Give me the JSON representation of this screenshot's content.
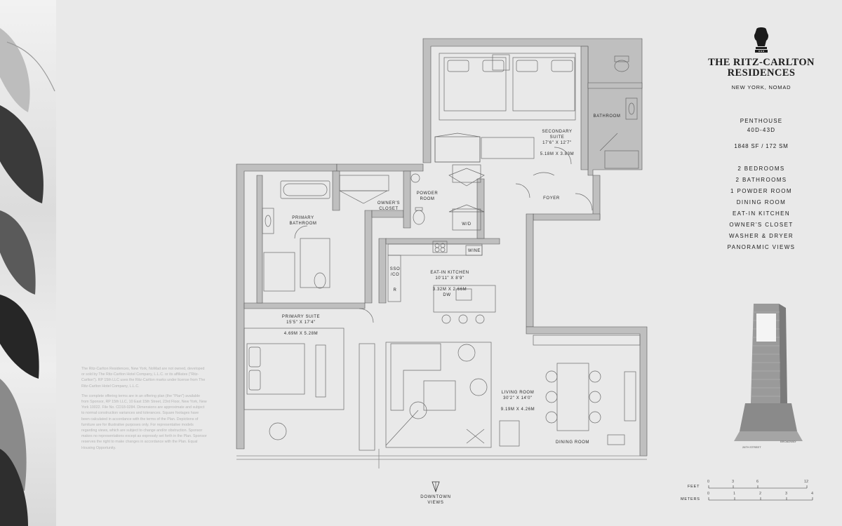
{
  "brand": {
    "name_line1": "THE RITZ-CARLTON",
    "name_line2": "RESIDENCES",
    "location": "NEW YORK, NOMAD",
    "logo_icon": "lion-crown-logo-icon"
  },
  "unit": {
    "type": "PENTHOUSE",
    "number": "40D-43D",
    "area": "1848 SF / 172 SM"
  },
  "features": [
    "2 BEDROOMS",
    "2 BATHROOMS",
    "1 POWDER ROOM",
    "DINING ROOM",
    "EAT-IN KITCHEN",
    "OWNER'S CLOSET",
    "WASHER & DRYER",
    "PANORAMIC VIEWS"
  ],
  "rooms": {
    "secondary_suite": {
      "name": "SECONDARY\nSUITE",
      "imperial": "17'6\" X 12'7\"",
      "metric": "5.18M X 3.83M"
    },
    "bathroom": {
      "name": "BATHROOM"
    },
    "powder_room": {
      "name": "POWDER\nROOM"
    },
    "owners_closet": {
      "name": "OWNER'S\nCLOSET"
    },
    "foyer": {
      "name": "FOYER"
    },
    "primary_bathroom": {
      "name": "PRIMARY\nBATHROOM"
    },
    "wd": {
      "name": "W/D"
    },
    "wine": {
      "name": "WINE"
    },
    "eat_in_kitchen": {
      "name": "EAT-IN KITCHEN",
      "imperial": "10'11\" X 8'9\"",
      "metric": "3.32M X 2.66M"
    },
    "sso_co": {
      "name": "SSO\n/CO"
    },
    "fridge": {
      "name": "R"
    },
    "dw": {
      "name": "DW"
    },
    "primary_suite": {
      "name": "PRIMARY SUITE",
      "imperial": "15'5\" X 17'4\"",
      "metric": "4.69M X 5.28M"
    },
    "living_room": {
      "name": "LIVING ROOM",
      "imperial": "30'2\" X 14'0\"",
      "metric": "9.19M X 4.26M"
    },
    "dining_room": {
      "name": "DINING ROOM"
    }
  },
  "compass": {
    "label_line1": "DOWNTOWN",
    "label_line2": "VIEWS",
    "icon": "north-arrow-icon"
  },
  "building_labels": {
    "street": "26TH STREET",
    "avenue": "BROADWAY"
  },
  "scale": {
    "feet_label": "FEET",
    "meters_label": "METERS",
    "feet_ticks": [
      "0",
      "3",
      "6",
      "12"
    ],
    "meter_ticks": [
      "0",
      "1",
      "2",
      "3",
      "4"
    ]
  },
  "disclaimer": [
    "The Ritz-Carlton Residences, New York, NoMad are not owned, developed or sold by The Ritz-Carlton Hotel Company, L.L.C. or its affiliates (\"Ritz-Carlton\"). RP 15th LLC uses the Ritz-Carlton marks under license from The Ritz-Carlton Hotel Company, L.L.C.",
    "The complete offering terms are in an offering plan (the \"Plan\") available from Sponsor, RP 15th LLC, 10 East 15th Street, 23rd Floor, New York, New York 10022. File No. CD18-0284. Dimensions are approximate and subject to normal construction variances and tolerances. Square footages have been calculated in accordance with the terms of the Plan. Depictions of furniture are for illustrative purposes only. For representative models regarding views, which are subject to change and/or obstruction. Sponsor makes no representations except as expressly set forth in the Plan. Sponsor reserves the right to make changes in accordance with the Plan. Equal Housing Opportunity."
  ]
}
